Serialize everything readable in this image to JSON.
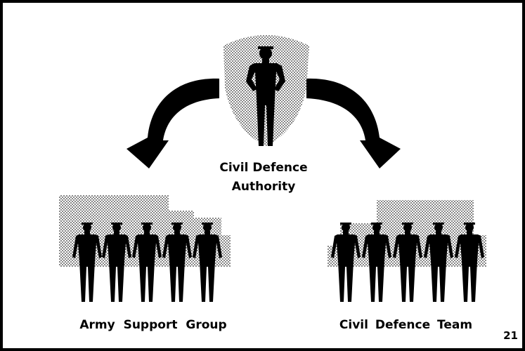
{
  "authority": {
    "line1": "Civil Defence",
    "line2": "Authority"
  },
  "groups": [
    {
      "label": "Army  Support  Group"
    },
    {
      "label": "Civil  Defence  Team"
    }
  ],
  "page_number": "21"
}
